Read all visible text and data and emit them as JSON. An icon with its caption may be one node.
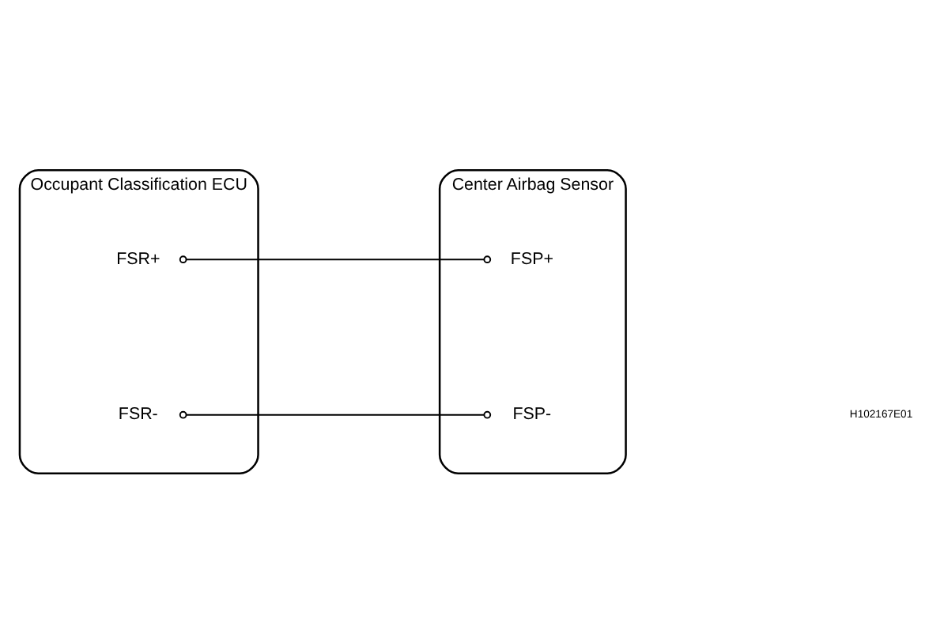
{
  "diagram": {
    "nodes": [
      {
        "text": [
          "Occupant Classification ECU"
        ]
      },
      {
        "text": [
          "FSR+"
        ],
        "in": 0
      },
      {
        "text": [
          "FSR-"
        ],
        "in": 0
      },
      {
        "text": [
          "Center Airbag Sensor"
        ]
      },
      {
        "text": [
          "FSP+"
        ],
        "in": 3
      },
      {
        "text": [
          "FSP-"
        ],
        "in": 3
      }
    ],
    "edges": [
      {
        "from": 1,
        "to": 4,
        "arrow": "other"
      },
      {
        "from": 2,
        "to": 5,
        "arrow": "other"
      }
    ],
    "labels": [
      "H102167E01"
    ]
  }
}
